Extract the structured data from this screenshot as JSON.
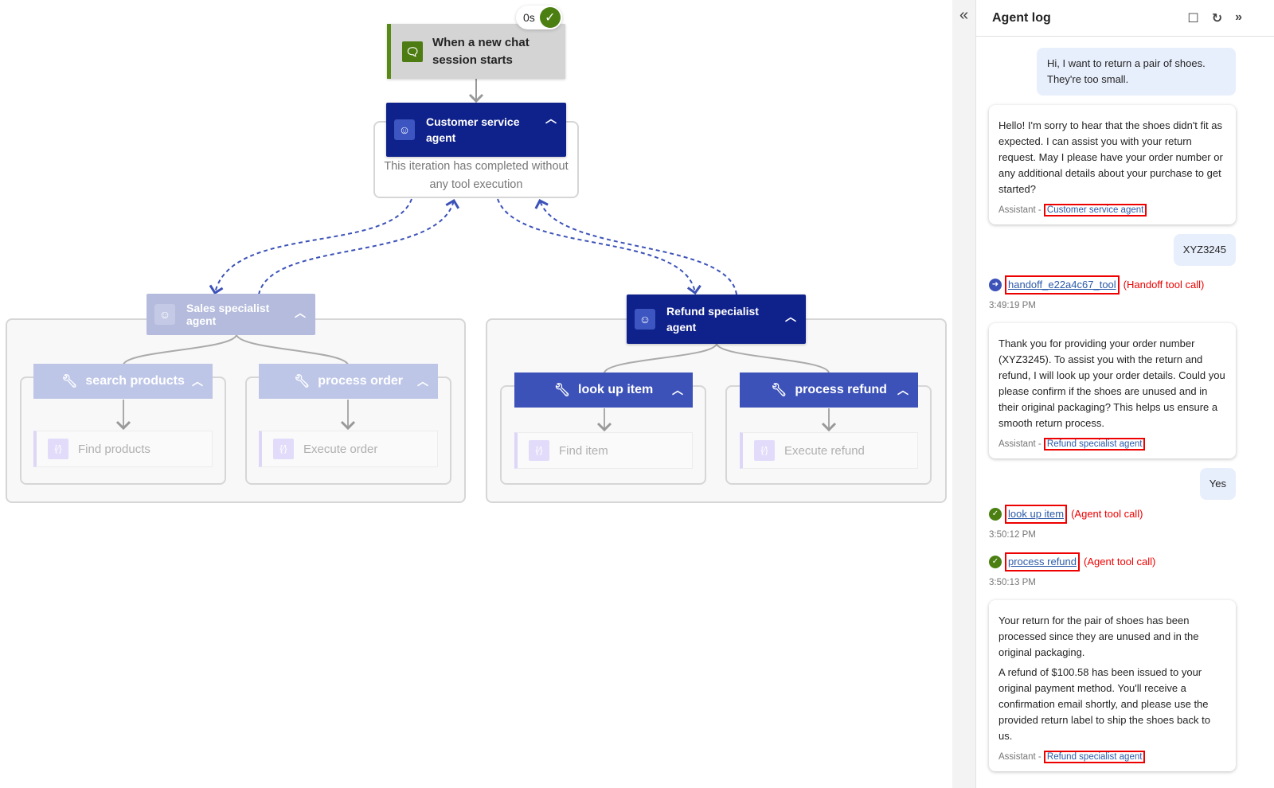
{
  "canvas": {
    "trigger": {
      "title": "When a new chat session starts",
      "duration": "0s",
      "status": "succeeded"
    },
    "customer_service_agent": {
      "title": "Customer service agent",
      "note": "This iteration has completed without any tool execution"
    },
    "sales_agent": {
      "title": "Sales specialist agent",
      "tools": [
        {
          "label": "search products",
          "action": "Find products"
        },
        {
          "label": "process order",
          "action": "Execute order"
        }
      ]
    },
    "refund_agent": {
      "title": "Refund specialist agent",
      "tools": [
        {
          "label": "look up item",
          "action": "Find item"
        },
        {
          "label": "process refund",
          "action": "Execute refund"
        }
      ]
    }
  },
  "panel": {
    "title": "Agent log",
    "messages": {
      "u1": "Hi, I want to return a pair of shoes. They're too small.",
      "a1": "Hello! I'm sorry to hear that the shoes didn't fit as expected. I can assist you with your return request. May I please have your order number or any additional details about your purchase to get started?",
      "a1_role": "Assistant -",
      "a1_agent": "Customer service agent",
      "u2": "XYZ3245",
      "t1_name": "handoff_e22a4c67_tool",
      "t1_note": "(Handoff tool call)",
      "t1_time": "3:49:19 PM",
      "a2": "Thank you for providing your order number (XYZ3245). To assist you with the return and refund, I will look up your order details. Could you please confirm if the shoes are unused and in their original packaging? This helps us ensure a smooth return process.",
      "a2_role": "Assistant -",
      "a2_agent": "Refund specialist agent",
      "u3": "Yes",
      "t2_name": "look up item",
      "t2_note": "(Agent tool call)",
      "t2_time": "3:50:12 PM",
      "t3_name": "process refund",
      "t3_note": "(Agent tool call)",
      "t3_time": "3:50:13 PM",
      "a3_p1": "Your return for the pair of shoes has been processed since they are unused and in the original packaging.",
      "a3_p2": "A refund of $100.58 has been issued to your original payment method. You'll receive a confirmation email shortly, and please use the provided return label to ship the shoes back to us.",
      "a3_role": "Assistant -",
      "a3_agent": "Refund specialist agent"
    }
  },
  "colors": {
    "agent_active": "#0f218b",
    "tool_active": "#3c52b8",
    "success": "#4b7f12",
    "handoff": "#3c52b8",
    "highlight": "#ee0000"
  }
}
